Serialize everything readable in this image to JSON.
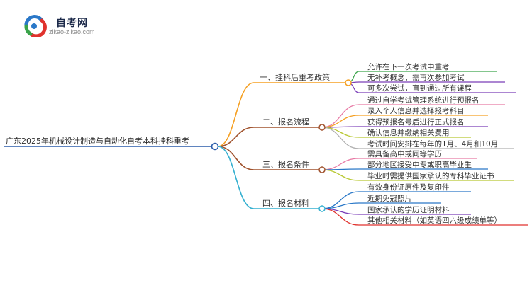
{
  "logo": {
    "title": "自考网",
    "url": "zikao-zikao.com",
    "colors": {
      "blue": "#2a78c8",
      "red": "#e0322d",
      "green": "#3aa34a"
    }
  },
  "root": {
    "label": "广东2025年机械设计制造与自动化自考本科挂科重考",
    "color": "#2a5caa"
  },
  "branches": [
    {
      "label": "一、挂科后重考政策",
      "color": "#f5a023",
      "children": [
        {
          "label": "允许在下一次考试中重考",
          "color": "#3aa34a"
        },
        {
          "label": "无补考概念，需再次参加考试",
          "color": "#7a3db8"
        },
        {
          "label": "可多次尝试，直到通过所有课程",
          "color": "#7a3db8"
        }
      ]
    },
    {
      "label": "二、报名流程",
      "color": "#a0522d",
      "children": [
        {
          "label": "通过自学考试管理系统进行预报名",
          "color": "#e87aa5"
        },
        {
          "label": "录入个人信息并选择报考科目",
          "color": "#f5a023"
        },
        {
          "label": "获得预报名号后进行正式报名",
          "color": "#7a3db8"
        },
        {
          "label": "确认信息并缴纳相关费用",
          "color": "#b8c832"
        },
        {
          "label": "考试时间安排在每年的1月、4月和10月",
          "color": "#b0b0b0"
        }
      ]
    },
    {
      "label": "三、报名条件",
      "color": "#a0522d",
      "children": [
        {
          "label": "需具备高中或同等学历",
          "color": "#e87aa5"
        },
        {
          "label": "部分地区接受中专或职高毕业生",
          "color": "#2a78c8"
        },
        {
          "label": "毕业时需提供国家承认的专科毕业证书",
          "color": "#b8c832"
        }
      ]
    },
    {
      "label": "四、报名材料",
      "color": "#35b0d0",
      "children": [
        {
          "label": "有效身份证原件及复印件",
          "color": "#2a78c8"
        },
        {
          "label": "近期免冠照片",
          "color": "#2a78c8"
        },
        {
          "label": "国家承认的学历证明材料",
          "color": "#7a3db8"
        },
        {
          "label": "其他相关材料（如英语四六级成绩单等）",
          "color": "#e0322d"
        }
      ]
    }
  ]
}
